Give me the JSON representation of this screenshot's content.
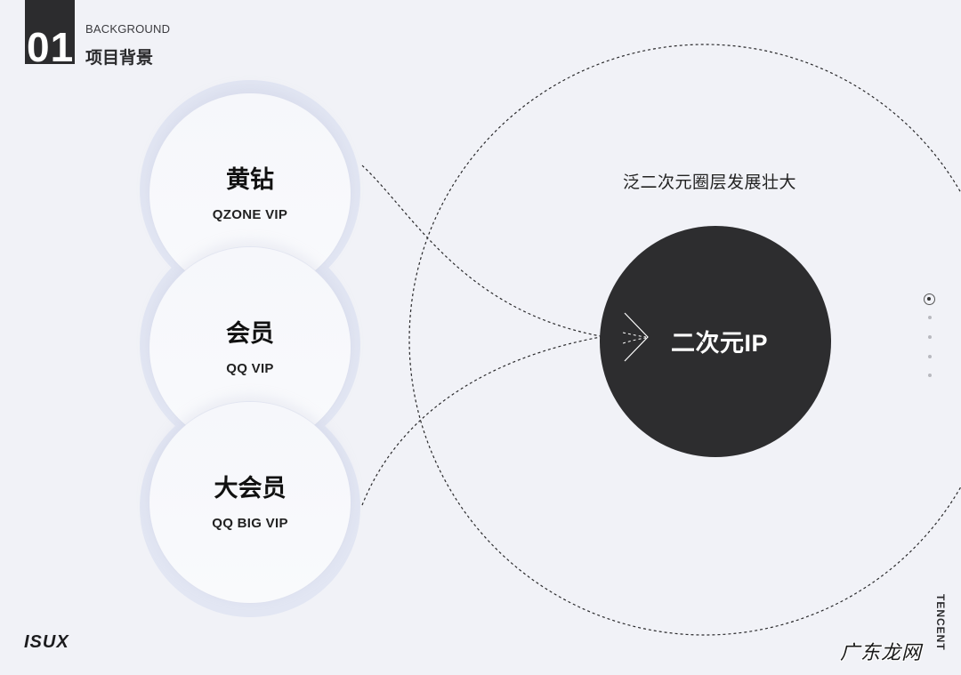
{
  "header": {
    "section_number": "01",
    "section_en": "BACKGROUND",
    "section_zh": "项目背景"
  },
  "memberships": [
    {
      "zh": "黄钻",
      "en": "QZONE VIP"
    },
    {
      "zh": "会员",
      "en": "QQ VIP"
    },
    {
      "zh": "大会员",
      "en": "QQ BIG VIP"
    }
  ],
  "target": {
    "tagline": "泛二次元圈层发展壮大",
    "core_label": "二次元IP"
  },
  "pager": {
    "total": 5,
    "active_index": 0
  },
  "footer": {
    "brand_left": "ISUX",
    "brand_vertical": "TENCENT",
    "watermark": "广东龙网"
  },
  "colors": {
    "background": "#f1f2f7",
    "core": "#2d2d2f",
    "halo": "#e2e6f3",
    "accent_dark": "#2c2c2e"
  }
}
